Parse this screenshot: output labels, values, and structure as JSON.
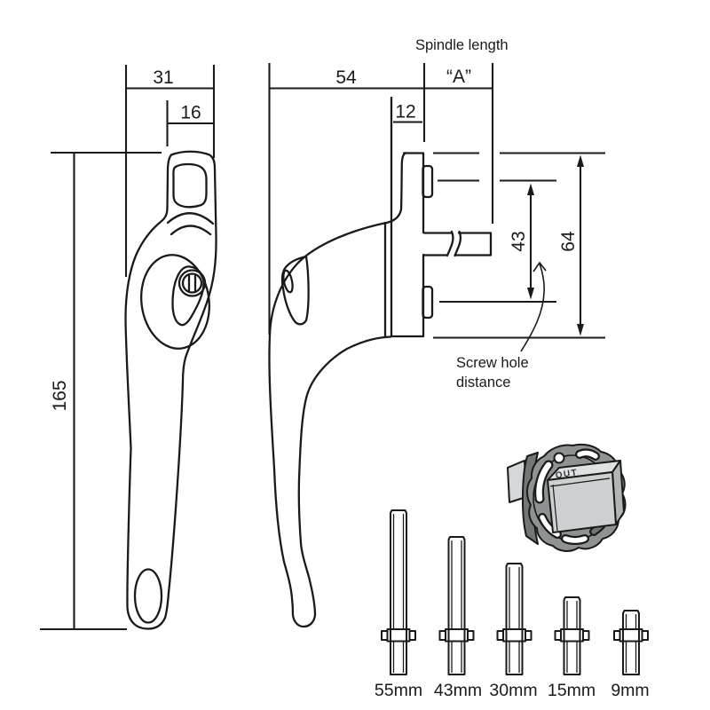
{
  "diagram": {
    "annotations": {
      "spindle_length": "Spindle length",
      "screw_hole_line1": "Screw hole",
      "screw_hole_line2": "distance"
    },
    "dimensions": {
      "body_width": "31",
      "top_width": "16",
      "handle_length": "165",
      "side_depth": "54",
      "plate_offset": "12",
      "spindle_var": "“A”",
      "screw_distance": "43",
      "plate_height": "64"
    },
    "adapter": {
      "label": "OUT"
    },
    "spindles": [
      {
        "label": "55mm"
      },
      {
        "label": "43mm"
      },
      {
        "label": "30mm"
      },
      {
        "label": "15mm"
      },
      {
        "label": "9mm"
      }
    ],
    "colors": {
      "line": "#1a1a1a",
      "flange_gray": "#8e9292",
      "flange_dark": "#717676",
      "cube_front": "#ccd0d0",
      "cube_top": "#dfe2e2",
      "cube_right": "#b0b5b5",
      "background": "#ffffff"
    }
  }
}
